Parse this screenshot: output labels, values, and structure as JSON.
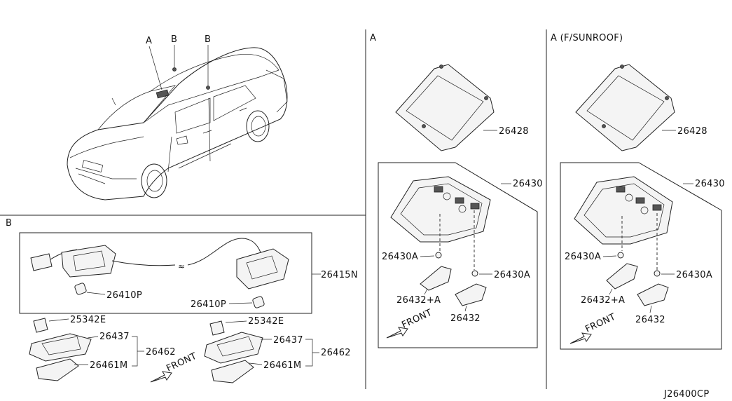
{
  "sections": {
    "car_overview": {
      "callouts": [
        "A",
        "B",
        "B"
      ]
    },
    "section_b": {
      "label": "B",
      "parts": {
        "lamp_assembly": "26415N",
        "bulb_left": "26410P",
        "bulb_right": "26410P",
        "clip_left": "25342E",
        "clip_right": "25342E",
        "housing_left": "26437",
        "housing_right": "26437",
        "lens_left": "26461M",
        "lens_right": "26461M",
        "assembly_left": "26462",
        "assembly_right": "26462"
      },
      "front_label": "FRONT"
    },
    "section_a": {
      "label": "A",
      "parts": {
        "frame": "26428",
        "console": "26430",
        "bulb_left": "26430A",
        "bulb_right": "26430A",
        "lens_left": "26432+A",
        "lens_right": "26432"
      },
      "front_label": "FRONT"
    },
    "section_a_sunroof": {
      "label": "A (F/SUNROOF)",
      "parts": {
        "frame": "26428",
        "console": "26430",
        "bulb_left": "26430A",
        "bulb_right": "26430A",
        "lens_left": "26432+A",
        "lens_right": "26432"
      }
    }
  },
  "diagram_code": "J26400CP"
}
